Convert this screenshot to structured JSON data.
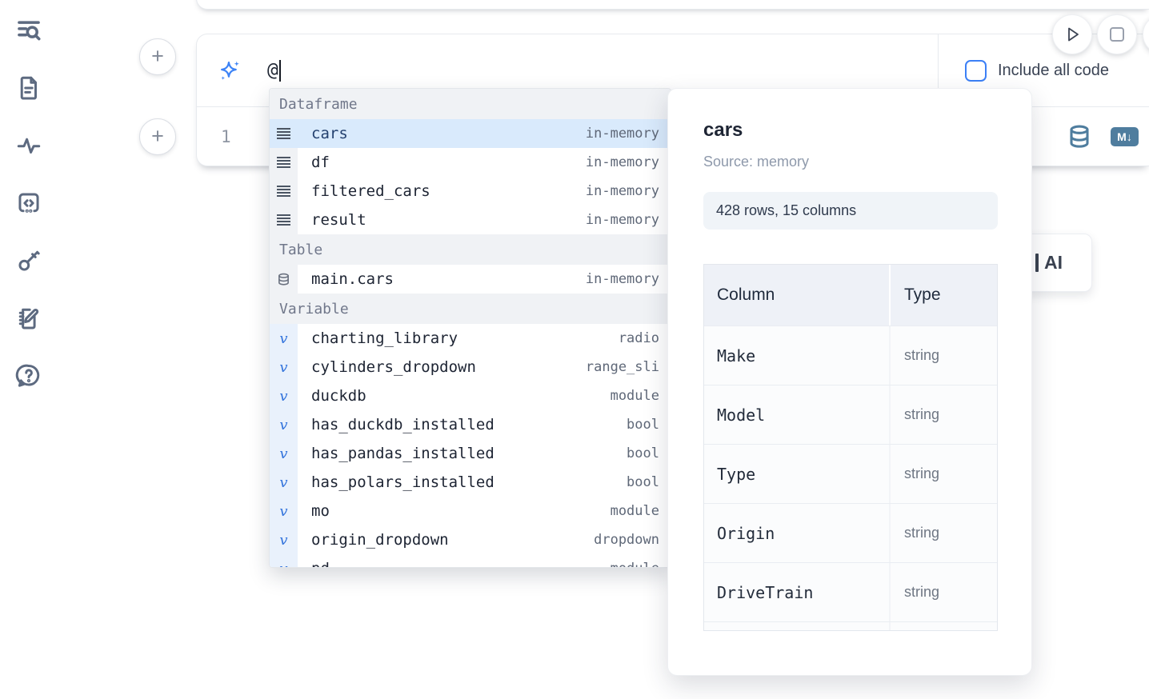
{
  "toolbar": {
    "include_all_code_label": "Include all code",
    "include_all_code_checked": false
  },
  "ai_prompt": {
    "value": "@"
  },
  "editor": {
    "line_number": "1"
  },
  "cell_actions": {
    "markdown_badge": "M↓"
  },
  "autocomplete": {
    "sections": [
      {
        "label": "Dataframe",
        "kind": "dataframe",
        "icon": "rows-icon",
        "items": [
          {
            "name": "cars",
            "detail": "in-memory",
            "selected": true
          },
          {
            "name": "df",
            "detail": "in-memory",
            "selected": false
          },
          {
            "name": "filtered_cars",
            "detail": "in-memory",
            "selected": false
          },
          {
            "name": "result",
            "detail": "in-memory",
            "selected": false
          }
        ]
      },
      {
        "label": "Table",
        "kind": "table",
        "icon": "database-icon",
        "items": [
          {
            "name": "main.cars",
            "detail": "in-memory",
            "selected": false
          }
        ]
      },
      {
        "label": "Variable",
        "kind": "variable",
        "icon": "variable-icon",
        "items": [
          {
            "name": "charting_library",
            "detail": "radio",
            "selected": false
          },
          {
            "name": "cylinders_dropdown",
            "detail": "range_sli",
            "selected": false
          },
          {
            "name": "duckdb",
            "detail": "module",
            "selected": false
          },
          {
            "name": "has_duckdb_installed",
            "detail": "bool",
            "selected": false
          },
          {
            "name": "has_pandas_installed",
            "detail": "bool",
            "selected": false
          },
          {
            "name": "has_polars_installed",
            "detail": "bool",
            "selected": false
          },
          {
            "name": "mo",
            "detail": "module",
            "selected": false
          },
          {
            "name": "origin_dropdown",
            "detail": "dropdown",
            "selected": false
          },
          {
            "name": "pd",
            "detail": "module",
            "selected": false,
            "clipped": true
          }
        ]
      }
    ]
  },
  "preview": {
    "title": "cars",
    "source_label": "Source: memory",
    "shape_badge": "428 rows, 15 columns",
    "schema_table": {
      "headers": [
        "Column",
        "Type"
      ],
      "rows": [
        [
          "Make",
          "string"
        ],
        [
          "Model",
          "string"
        ],
        [
          "Type",
          "string"
        ],
        [
          "Origin",
          "string"
        ],
        [
          "DriveTrain",
          "string"
        ]
      ]
    }
  },
  "ai_card": {
    "visible_label": "AI"
  },
  "colors": {
    "accent_blue": "#3b82f6",
    "checkbox_blue": "#3c80f6",
    "selection_bg": "#d9eafc",
    "steel_blue": "#4f7d9e",
    "icon_slate": "#5d6a80"
  }
}
